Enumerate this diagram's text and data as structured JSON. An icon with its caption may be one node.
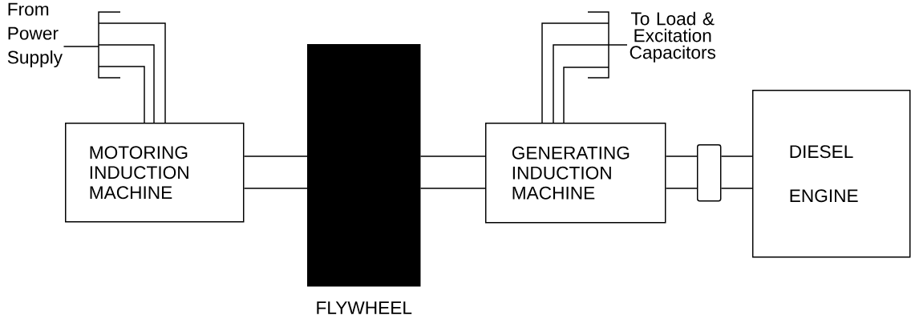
{
  "diagram": {
    "nodes": [
      {
        "text": [
          "From Power Supply"
        ]
      },
      {
        "text": [
          "MOTORING INDUCTION MACHINE"
        ]
      },
      {
        "text": [
          "FLYWHEEL"
        ]
      },
      {
        "text": [
          "GENERATING INDUCTION MACHINE"
        ]
      },
      {
        "text": [],
        "shape": "box"
      },
      {
        "text": [
          "DIESEL ENGINE"
        ]
      },
      {
        "text": [
          "To Load & Excitation Capacitors"
        ]
      }
    ],
    "edges": [
      {
        "from": 0,
        "to": 1,
        "arrow": "none"
      },
      {
        "from": 1,
        "to": 2,
        "arrow": "none"
      },
      {
        "from": 2,
        "to": 3,
        "arrow": "none"
      },
      {
        "from": 3,
        "to": 4,
        "arrow": "none"
      },
      {
        "from": 4,
        "to": 5,
        "arrow": "none"
      },
      {
        "from": 3,
        "to": 6,
        "arrow": "none"
      }
    ]
  }
}
